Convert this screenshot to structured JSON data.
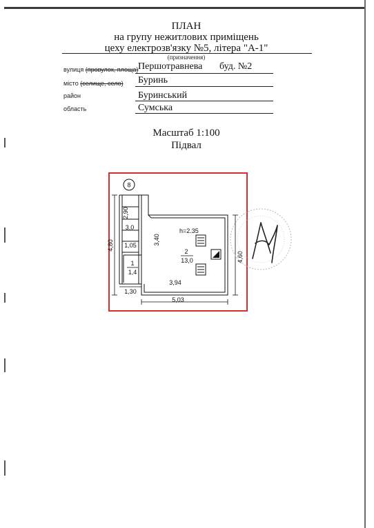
{
  "header": {
    "title": "ПЛАН",
    "line1": "на групу нежитлових приміщень",
    "line2": "цеху електрозв'язку №5, літера \"А-1\"",
    "purpose_caption": "(призначення)"
  },
  "address": {
    "street_label_prefix": "вулиця",
    "street_label_struck": "(провулок, площа)",
    "street_value": "Першотравнева",
    "building_value": "буд. №2",
    "city_label_prefix": "місто",
    "city_label_struck": "(селище, село)",
    "city_value": "Буринь",
    "district_label": "район",
    "district_value": "Буринський",
    "region_label": "область",
    "region_value": "Сумська"
  },
  "scale": {
    "scale_text": "Масштаб 1:100",
    "floor_text": "Підвал"
  },
  "plan": {
    "highlight_color": "#d32f2f",
    "entrance_number": "8",
    "height_label": "h=2.35",
    "rooms": [
      {
        "number": "1",
        "area": "1,4"
      },
      {
        "number": "2",
        "area": "13,0"
      }
    ],
    "dimensions": {
      "overall_height": "4,80",
      "stair_upper": "2,90",
      "stair_mid": "3,0",
      "stair_lower": "1,05",
      "room2_height": "3,40",
      "right_height": "4,60",
      "room2_width": "3,94",
      "bottom_left": "1,30",
      "overall_width": "5,03"
    }
  }
}
